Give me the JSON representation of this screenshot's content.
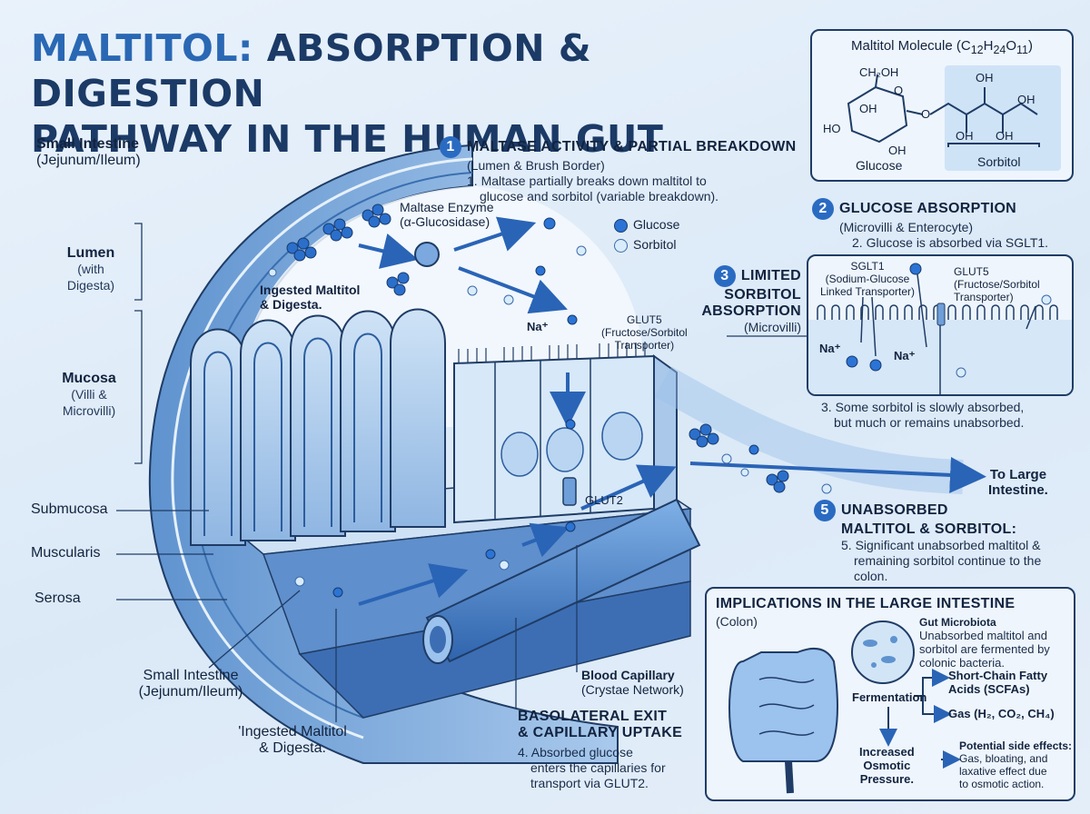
{
  "title": {
    "part1": "MALTITOL:",
    "part2": " ABSORPTION & DIGESTION",
    "line2": "PATHWAY IN THE HUMAN GUT"
  },
  "colors": {
    "accent": "#2a6bc2",
    "glucose": "#2b74d6",
    "sorbitol": "#d9ecfb",
    "outline": "#1f3c66"
  },
  "left_labels": {
    "si_top": "Small Intestine",
    "si_top_sub": "(Jejunum/Ileum)",
    "lumen": "Lumen",
    "lumen_sub": "(with Digesta)",
    "mucosa": "Mucosa",
    "mucosa_sub1": "(Villi &",
    "mucosa_sub2": "Microvilli)",
    "submucosa": "Submucosa",
    "muscularis": "Muscularis",
    "serosa": "Serosa",
    "si_bottom": "Small Intestine",
    "si_bottom_sub": "(Jejunum/Ileum)",
    "ingested_bottom1": "'Ingested Maltitol",
    "ingested_bottom2": "& Digesta."
  },
  "diagram_labels": {
    "maltase1": "Maltase Enzyme",
    "maltase2": "(α-Glucosidase)",
    "ingested1": "Ingested Maltitol",
    "ingested2": "& Digesta.",
    "na": "Na⁺",
    "glut5_1": "GLUT5",
    "glut5_2": "(Fructose/Sorbitol",
    "glut5_3": "Transporter)",
    "glut2": "GLUT2",
    "capillary1": "Blood Capillary",
    "capillary2": "(Crystae Network)",
    "to_large1": "To Large",
    "to_large2": "Intestine."
  },
  "legend": {
    "glucose": "Glucose",
    "sorbitol": "Sorbitol"
  },
  "molecule": {
    "title": "Maltitol Molecule (C",
    "c": "12",
    "h": "H",
    "hn": "24",
    "o": "O",
    "on": "11",
    "close": ")",
    "ch2oh": "CH₂OH",
    "oh": "OH",
    "ho": "HO",
    "o_ring": "O",
    "glucose": "Glucose",
    "sorbitol": "Sorbitol"
  },
  "step1": {
    "n": "1",
    "head": "MALTASE ACTIVITY & PARTIAL BREAKDOWN",
    "sub": "(Lumen & Brush Border)",
    "t1": "1. Maltase partially breaks down maltitol to",
    "t2": "glucose and sorbitol (variable breakdown)."
  },
  "step2": {
    "n": "2",
    "head": "GLUCOSE ABSORPTION",
    "sub": "(Microvilli & Enterocyte)",
    "t1": "2. Glucose is absorbed via SGLT1."
  },
  "step3": {
    "n": "3",
    "h1": "LIMITED",
    "h2": "SORBITOL",
    "h3": "ABSORPTION",
    "sub": "(Microvilli)",
    "sglt1": "SGLT1",
    "sglt1_a": "(Sodium-Glucose",
    "sglt1_b": "Linked Transporter)",
    "glut5": "GLUT5",
    "glut5_a": "(Fructose/Sorbitol",
    "glut5_b": "Transporter)",
    "na1": "Na⁺",
    "na2": "Na⁺",
    "t1": "3. Some sorbitol is slowly absorbed,",
    "t2": "but much or remains unabsorbed."
  },
  "step4": {
    "h1": "BASOLATERAL EXIT",
    "h2": "& CAPILLARY UPTAKE",
    "t1": "4. Absorbed glucose",
    "t2": "enters the capillaries for",
    "t3": "transport via GLUT2."
  },
  "step5": {
    "n": "5",
    "h1": "UNABSORBED",
    "h2": "MALTITOL & SORBITOL:",
    "t1": "5. Significant unabsorbed maltitol &",
    "t2": "remaining sorbitol continue to the",
    "t3": "colon."
  },
  "implications": {
    "head": "IMPLICATIONS IN THE LARGE INTESTINE",
    "sub": "(Colon)",
    "gm": "Gut Microbiota",
    "gm1": "Unabsorbed maltitol and",
    "gm2": "sorbitol are fermented by",
    "gm3": "colonic bacteria.",
    "ferm": "Fermentation",
    "scfa1": "Short-Chain Fatty",
    "scfa2": "Acids (SCFAs)",
    "gas": "Gas (H₂, CO₂, CH₄)",
    "osm1": "Increased",
    "osm2": "Osmotic",
    "osm3": "Pressure.",
    "pse": "Potential side effects:",
    "pse1": "Gas, bloating, and",
    "pse2": "laxative effect due",
    "pse3": "to osmotic action."
  }
}
